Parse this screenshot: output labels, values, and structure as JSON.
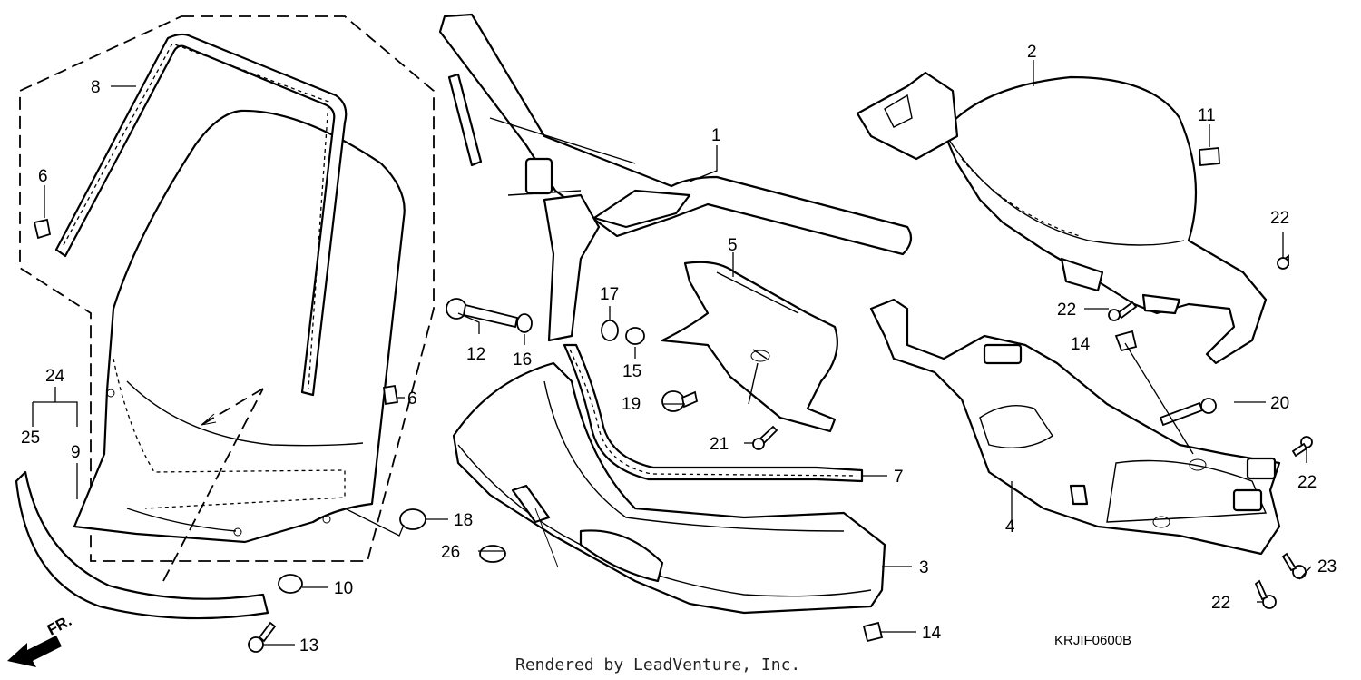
{
  "diagram": {
    "part_labels": [
      "1",
      "2",
      "3",
      "4",
      "5",
      "6",
      "6",
      "7",
      "8",
      "9",
      "10",
      "11",
      "12",
      "13",
      "14",
      "14",
      "15",
      "16",
      "17",
      "18",
      "19",
      "20",
      "21",
      "22",
      "22",
      "22",
      "22",
      "23",
      "24",
      "25",
      "26"
    ],
    "direction_label": "FR.",
    "drawing_code": "KRJIF0600B",
    "credit": "Rendered by LeadVenture, Inc."
  }
}
